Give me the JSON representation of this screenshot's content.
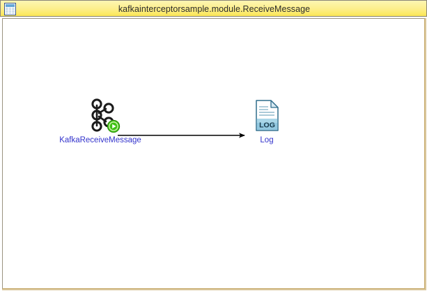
{
  "window": {
    "title": "kafkainterceptorsample.module.ReceiveMessage",
    "icon": "table-grid-icon",
    "titlebar_gradient_from": "#fdf5b4",
    "titlebar_gradient_to": "#f7e256",
    "border_color": "#8a8678",
    "canvas_background": "#ffffff"
  },
  "diagram": {
    "type": "flow",
    "node_label_color": "#3333cc",
    "connector_color": "#000000",
    "nodes": [
      {
        "id": "kafka-receive-message",
        "label": "KafkaReceiveMessage",
        "icon": "kafka-icon",
        "badge": "green-play-badge",
        "badge_color": "#3fc214"
      },
      {
        "id": "log",
        "label": "Log",
        "icon": "log-document-icon",
        "document_text": "LOG",
        "document_band_color": "#4d9fc4"
      }
    ],
    "connectors": [
      {
        "id": "kafka-to-log",
        "from": "kafka-receive-message",
        "to": "log",
        "arrowhead": "filled-triangle"
      }
    ]
  }
}
